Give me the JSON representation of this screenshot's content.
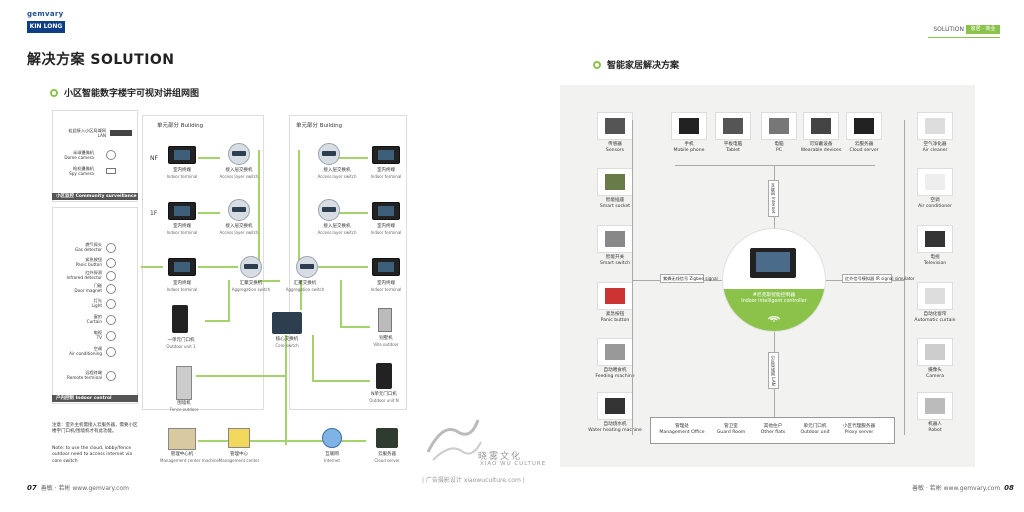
{
  "brand": {
    "name": "gemvary",
    "box": "KIN LONG"
  },
  "page_title": "解决方案 SOLUTION",
  "left_section_title": "小区智能数字楼宇可视对讲组网图",
  "right_section_title": "智能家居解决方案",
  "header_right": {
    "tag": "SOLUTION",
    "badge": "家居 · 商业"
  },
  "footer_left": {
    "page": "07",
    "text": "善敏 · 若彬 www.gemvary.com"
  },
  "footer_right": {
    "page": "08",
    "text": "善敏 · 若彬 www.gemvary.com"
  },
  "community": {
    "items": [
      {
        "label": "若此接入小区局域网",
        "en": "LAN"
      },
      {
        "label": "半球摄像机",
        "en": "Dome camera"
      },
      {
        "label": "枪机摄像机",
        "en": "Spy camera"
      }
    ],
    "bar": "小区监控 Community surveillance"
  },
  "indoor": {
    "items": [
      {
        "label": "燃气探头",
        "en": "Gas detector"
      },
      {
        "label": "紧急按钮",
        "en": "Panic button"
      },
      {
        "label": "红外探测",
        "en": "Infrared detector"
      },
      {
        "label": "门磁",
        "en": "Door magnet"
      },
      {
        "label": "灯光",
        "en": "Light"
      },
      {
        "label": "窗帘",
        "en": "Curtain"
      },
      {
        "label": "电视",
        "en": "TV"
      },
      {
        "label": "空调",
        "en": "Air conditioning"
      },
      {
        "label": "远程终端",
        "en": "Remote terminal"
      }
    ],
    "bar": "户内控制 Indoor control"
  },
  "note": {
    "cn": "注意：室外主机需接入云服务器，需要小区楼宇门口机/围墙机才有此功能。",
    "en": "Note: to use the cloud, lobby/fence outdoor need to access internet via core switch"
  },
  "building_labels": {
    "a": "单元部分 Building",
    "b": "单元部分 Building"
  },
  "floor_labels": {
    "nf": "NF",
    "f1": "1F"
  },
  "net": {
    "indoor_terminal": {
      "cn": "室内终端",
      "en": "Indoor terminal"
    },
    "access_switch": {
      "cn": "接入层交换机",
      "en": "Access layer switch"
    },
    "aggregation": {
      "cn": "汇聚交换机",
      "en": "Aggregation switch"
    },
    "core": {
      "cn": "核心交换机",
      "en": "Core switch"
    },
    "outdoor1": {
      "cn": "一单元门口机",
      "en": "Outdoor unit 1"
    },
    "outdoorN": {
      "cn": "N单元门口机",
      "en": "Outdoor unit N"
    },
    "villa": {
      "cn": "别墅机",
      "en": "Villa outdoor"
    },
    "fence": {
      "cn": "围墙机",
      "en": "Fence outdoor"
    },
    "mgmt_machine": {
      "cn": "管理中心机",
      "en": "Management center machine"
    },
    "mgmt_center": {
      "cn": "管理中心",
      "en": "Management center"
    },
    "internet": {
      "cn": "互联网",
      "en": "Internet"
    },
    "cloud": {
      "cn": "云服务器",
      "en": "Cloud server"
    }
  },
  "smart_home": {
    "left_devices": [
      {
        "cn": "传感器",
        "en": "Sensors"
      },
      {
        "cn": "智能插座",
        "en": "Smart socket"
      },
      {
        "cn": "智能开关",
        "en": "Smart switch"
      },
      {
        "cn": "紧急按钮",
        "en": "Panic button"
      },
      {
        "cn": "自动喂食机",
        "en": "Feeding machine"
      },
      {
        "cn": "自动烧水机",
        "en": "Water heating machine"
      }
    ],
    "top_devices": [
      {
        "cn": "手机",
        "en": "Mobile phone"
      },
      {
        "cn": "平板电脑",
        "en": "Tablet"
      },
      {
        "cn": "电脑",
        "en": "PC"
      },
      {
        "cn": "可穿戴设备",
        "en": "Wearable devices"
      },
      {
        "cn": "云服务器",
        "en": "Cloud server"
      }
    ],
    "right_devices": [
      {
        "cn": "空气净化器",
        "en": "Air cleaner"
      },
      {
        "cn": "空调",
        "en": "Air conditioner"
      },
      {
        "cn": "电视",
        "en": "Television"
      },
      {
        "cn": "自动化窗帘",
        "en": "Automatic curtain"
      },
      {
        "cn": "摄像头",
        "en": "Camera"
      },
      {
        "cn": "机器人",
        "en": "Robot"
      }
    ],
    "controller": {
      "cn": "#尼克斯智能控制器",
      "en": "Indoor intelligent controller",
      "wifi": "WiFi"
    },
    "links": {
      "internet": "互联网 Internet",
      "lan": "小区局域网 LAN",
      "zigbee": "紫蜂无线信号 Zigbee signal",
      "ir": "红外信号模拟器 IR signal simulator"
    },
    "bottom": [
      {
        "cn": "管理处",
        "en": "Management Office"
      },
      {
        "cn": "管卫室",
        "en": "Guard Room"
      },
      {
        "cn": "其他住户",
        "en": "Other flats"
      },
      {
        "cn": "单元门口机",
        "en": "Outdoor unit"
      },
      {
        "cn": "小区代理服务器",
        "en": "Proxy server"
      }
    ]
  },
  "watermark": {
    "name": "晓雾文化",
    "en": "XIAO WU CULTURE",
    "line": "| 广告摄影设计 xiaowuculture.com |"
  }
}
